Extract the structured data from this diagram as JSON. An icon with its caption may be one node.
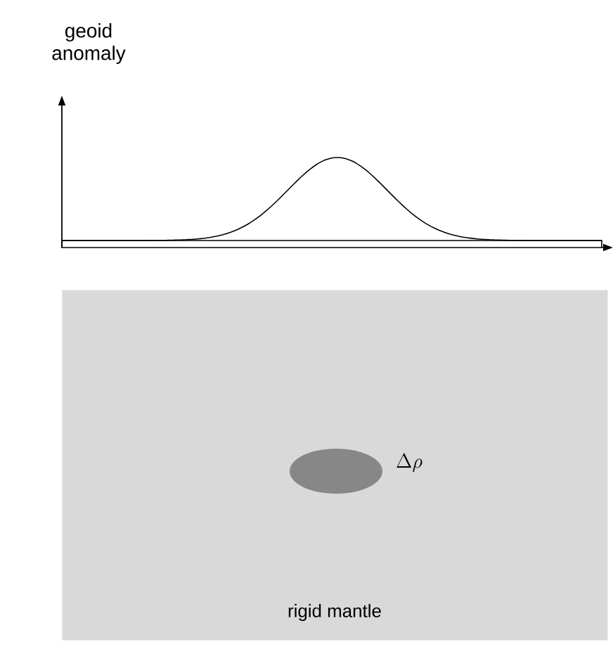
{
  "diagram": {
    "nodes": [
      {
        "text": [
          "rigid mantle"
        ]
      },
      {
        "text": [],
        "shape": "ellipse",
        "in": 0,
        "beside": [
          "\\Delta\\rho"
        ]
      }
    ],
    "labels": [
      "geoid anomaly"
    ]
  }
}
